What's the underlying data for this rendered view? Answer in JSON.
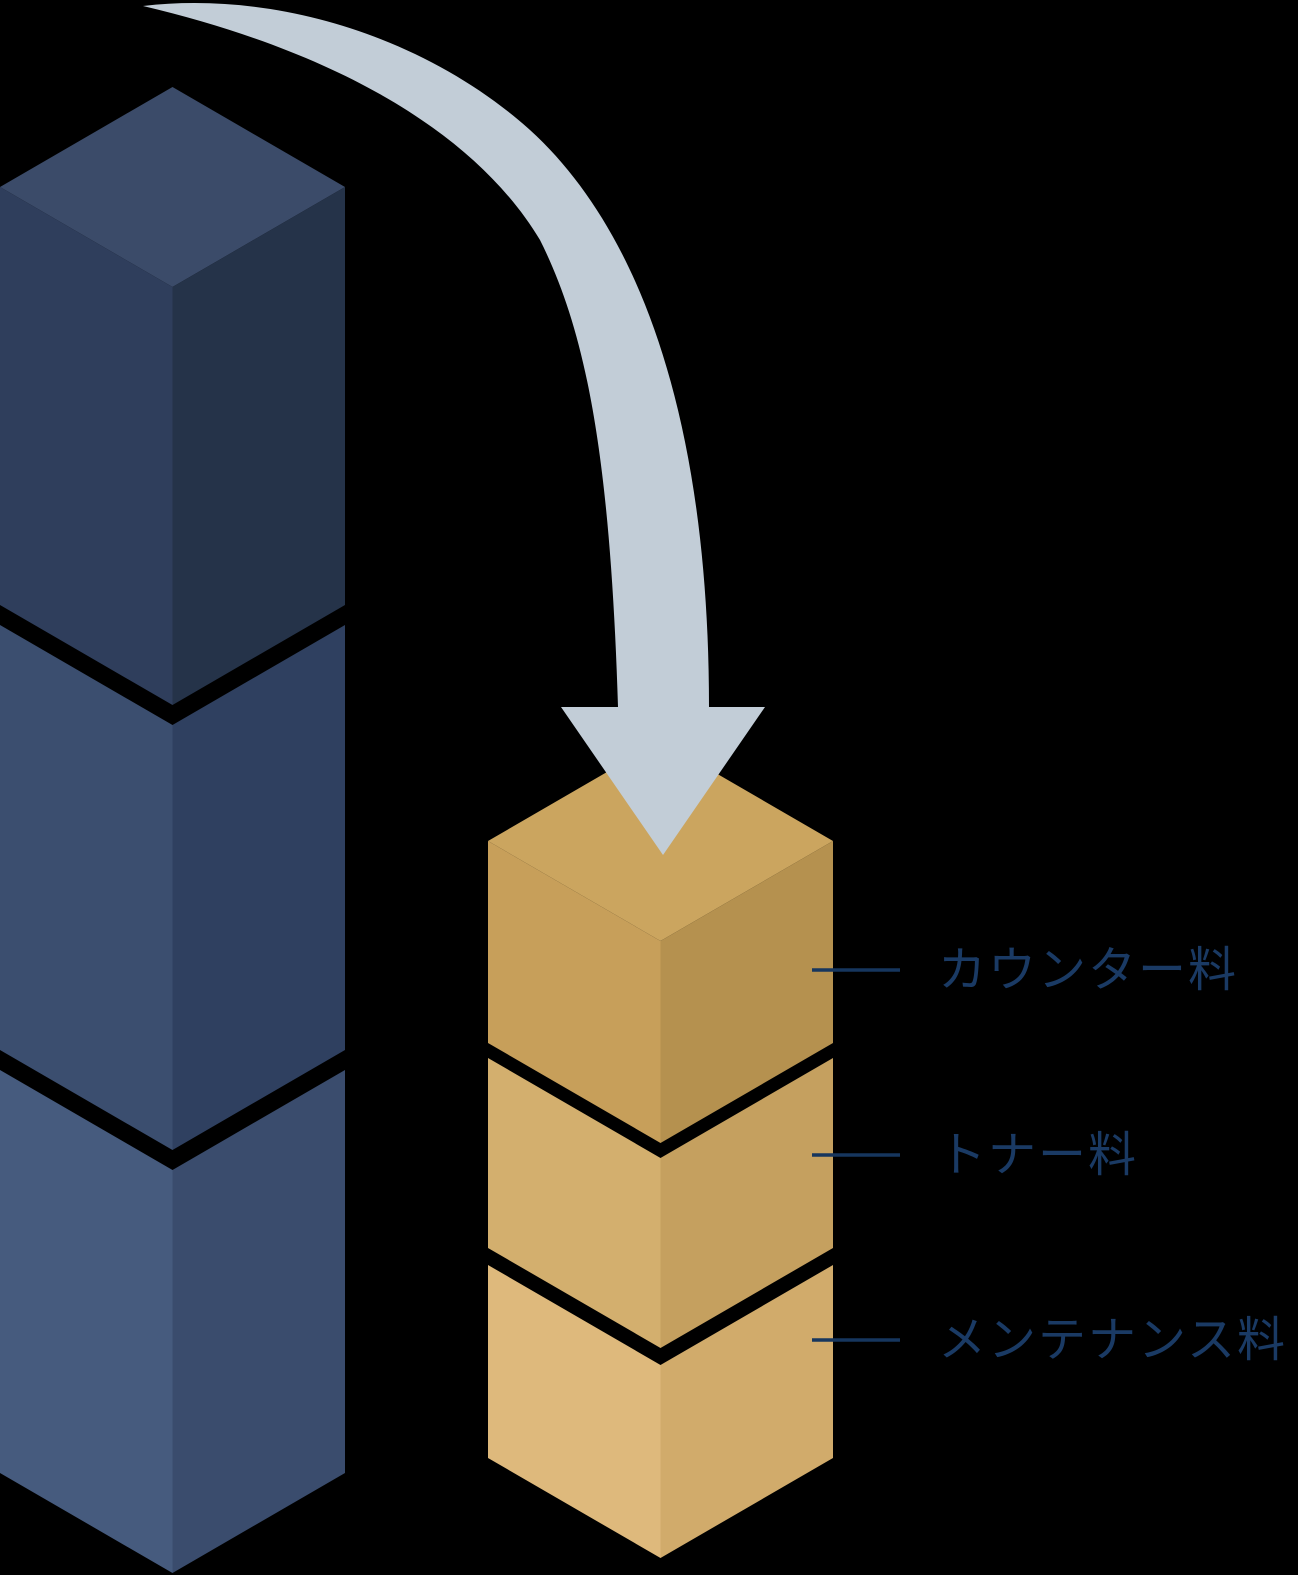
{
  "background": "#000000",
  "arrow": {
    "color": "#c2cdd7"
  },
  "connector": {
    "color": "#16365e"
  },
  "labels": {
    "color": "#1a3a64",
    "items": [
      {
        "text": "カウンター料"
      },
      {
        "text": "トナー料"
      },
      {
        "text": "メンテナンス料"
      }
    ]
  },
  "left_stack": {
    "blocks": [
      {
        "faces": {
          "top": "#3b4b69",
          "left": "#2f3e5c",
          "right": "#253349"
        }
      },
      {
        "faces": {
          "left": "#3b4e6f",
          "right": "#2f4060"
        }
      },
      {
        "faces": {
          "left": "#465b7e",
          "right": "#3a4c6d"
        }
      }
    ]
  },
  "right_stack": {
    "blocks": [
      {
        "faces": {
          "top": "#cba55f",
          "left": "#c79f5a",
          "right": "#b5914f"
        },
        "label": "カウンター料"
      },
      {
        "faces": {
          "left": "#d3af6e",
          "right": "#c5a05f"
        },
        "label": "トナー料"
      },
      {
        "faces": {
          "left": "#deb97c",
          "right": "#d1ab6b"
        },
        "label": "メンテナンス料"
      }
    ]
  }
}
